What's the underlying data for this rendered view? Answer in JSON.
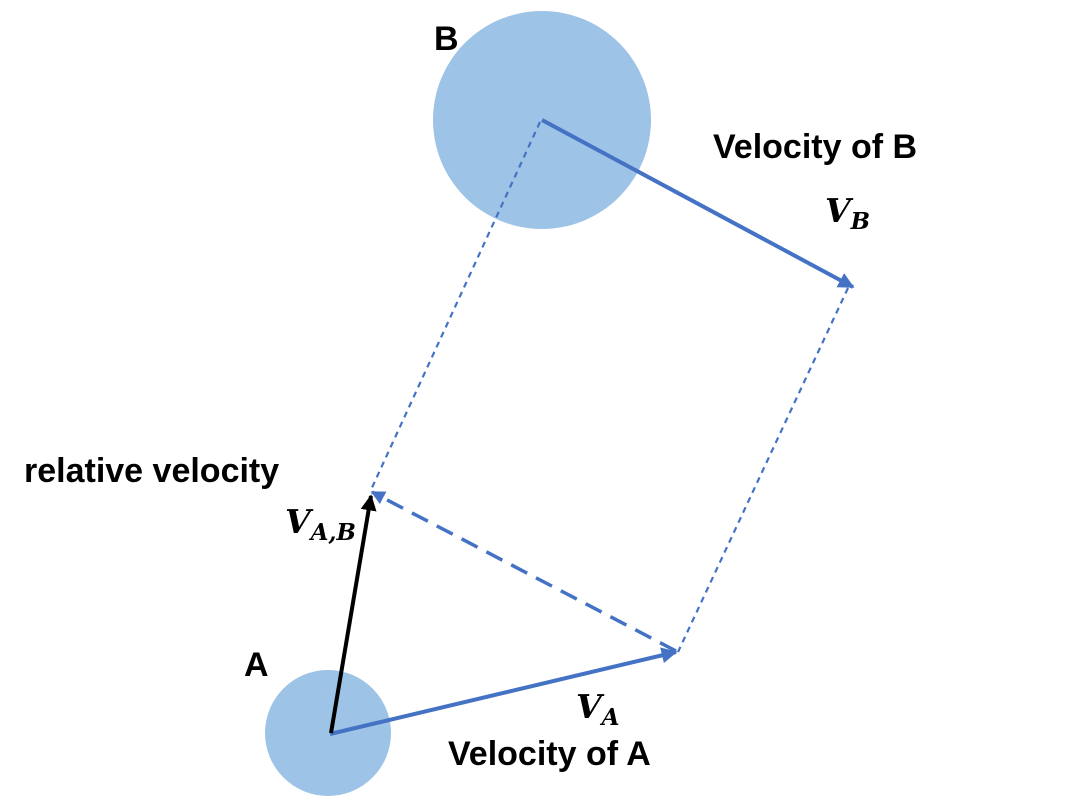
{
  "labels": {
    "body_a": "A",
    "body_b": "B",
    "velocity_a_caption": "Velocity of A",
    "velocity_b_caption": "Velocity of B",
    "relative_caption": "relative velocity"
  },
  "symbols": {
    "va_main": "V",
    "va_sub": "A",
    "vb_main": "V",
    "vb_sub": "B",
    "vab_main": "V",
    "vab_sub": "A,B"
  },
  "colors": {
    "circle_fill": "#9dc3e6",
    "vector_blue": "#4472c4",
    "relative_black": "#000000"
  }
}
